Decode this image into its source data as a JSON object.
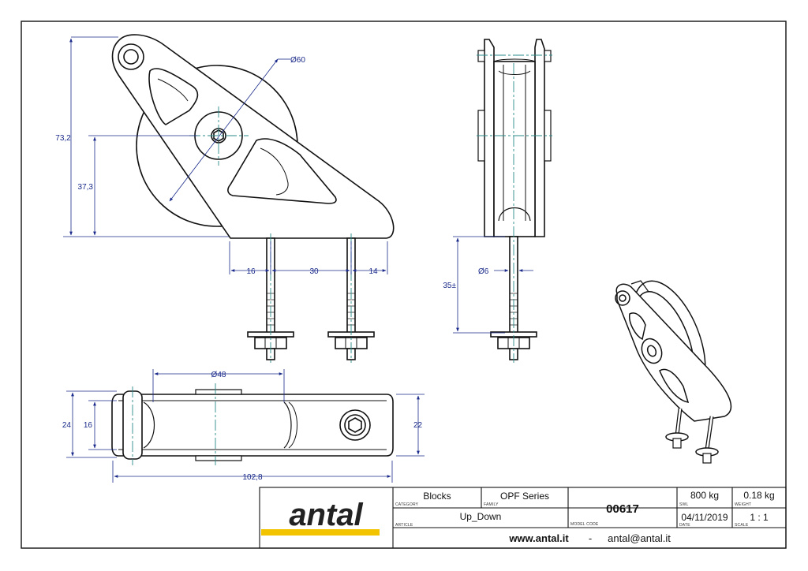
{
  "dimensions": {
    "side_diameter": "Ø60",
    "overall_height": "73,2",
    "axle_height": "37,3",
    "bolt_left_offset": "16",
    "bolt_spacing": "30",
    "bolt_right_offset": "14",
    "shaft_diameter": "Ø6",
    "shaft_length": "35±",
    "bottom_diameter": "Ø48",
    "overall_width": "24",
    "inner_width": "16",
    "end_width": "22",
    "overall_length": "102,8"
  },
  "title_block": {
    "logo": "antal",
    "category_value": "Blocks",
    "category_label": "CATEGORY",
    "family_value": "OPF Series",
    "family_label": "FAMILY",
    "article_value": "Up_Down",
    "article_label": "ARTICLE",
    "model_code_value": "00617",
    "model_code_label": "MODEL CODE",
    "swl_value": "800 kg",
    "swl_label": "SWL",
    "weight_value": "0.18 kg",
    "weight_label": "WEIGHT",
    "date_value": "04/11/2019",
    "date_label": "DATE",
    "scale_value": "1 : 1",
    "scale_label": "SCALE",
    "website": "www.antal.it",
    "separator": "-",
    "email": "antal@antal.it"
  },
  "colors": {
    "dimension": "#1a2a8a",
    "centerline": "#2a8a8a",
    "outline": "#111111",
    "logo_bar": "#f2c400"
  }
}
